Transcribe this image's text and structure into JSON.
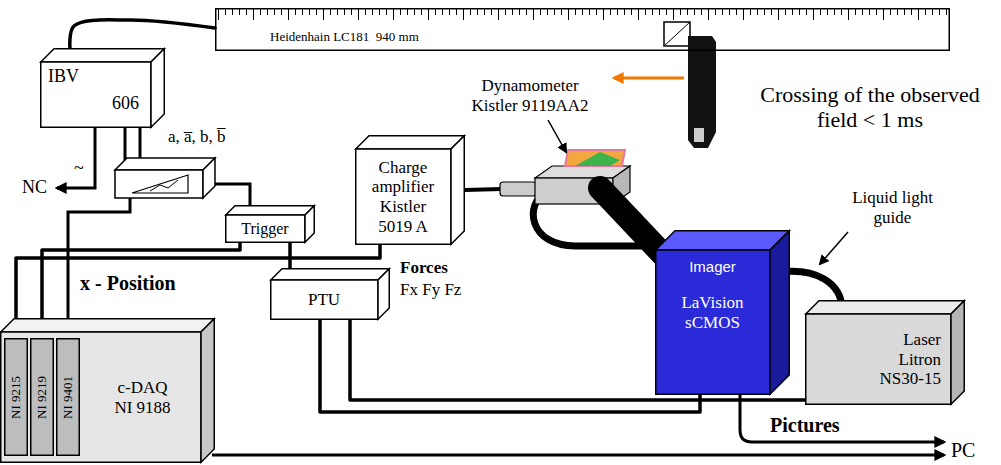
{
  "diagram": {
    "nodes": [
      {
        "text": [
          "Heidenhain LC181  940 mm"
        ]
      },
      {
        "text": [
          "IBV",
          "606"
        ]
      },
      {
        "text": [
          "Trigger"
        ]
      },
      {
        "text": [
          "Charge amplifier Kistler 5019 A"
        ]
      },
      {
        "text": [
          "PTU"
        ]
      },
      {
        "text": [
          "Imager",
          "LaVision sCMOS"
        ]
      },
      {
        "text": [
          "Laser Litron NS30-15"
        ]
      },
      {
        "text": [
          "c-DAQ NI 9188"
        ]
      },
      {
        "text": [
          "NI 9215"
        ],
        "in": 7
      },
      {
        "text": [
          "NI 9219"
        ],
        "in": 7
      },
      {
        "text": [
          "NI 9401"
        ],
        "in": 7
      }
    ],
    "edges": [
      {
        "from": 1,
        "to": 0,
        "arrow": "none"
      },
      {
        "from": 2,
        "to": 9,
        "arrow": "none"
      },
      {
        "from": 2,
        "to": 4,
        "arrow": "none"
      },
      {
        "from": 3,
        "to": 8,
        "arrow": "none"
      },
      {
        "from": 4,
        "to": 5,
        "arrow": "none"
      },
      {
        "from": 4,
        "to": 6,
        "arrow": "none"
      }
    ],
    "labels": [
      "NC",
      "~",
      "a, a̅, b, b̅",
      "x - Position",
      "Forces",
      "Fx Fy Fz",
      "Dynamometer Kistler 9119AA2",
      "Crossing of the observed field < 1 ms",
      "Liquid light guide",
      "Pictures",
      "PC"
    ]
  }
}
